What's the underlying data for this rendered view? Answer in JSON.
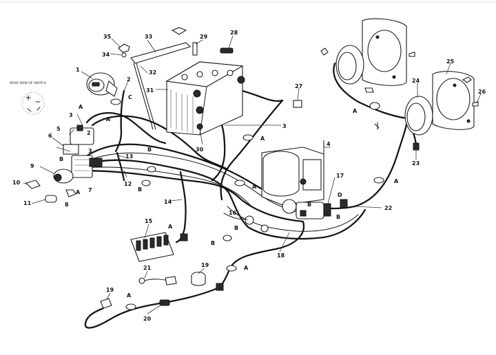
{
  "labels": {
    "rear_view": "REAR VIEW OF SWITCH",
    "callouts": [
      "1",
      "2",
      "3",
      "5",
      "6",
      "7",
      "8",
      "9",
      "10",
      "11",
      "12",
      "13",
      "14",
      "15",
      "16",
      "17",
      "18",
      "19",
      "19",
      "20",
      "21",
      "22",
      "23",
      "24",
      "25",
      "26",
      "27",
      "28",
      "29",
      "30",
      "31",
      "32",
      "33",
      "34",
      "35",
      "3",
      "2",
      "3",
      "4",
      "C",
      "D"
    ],
    "connectors": [
      "A",
      "A",
      "A",
      "A",
      "A",
      "A",
      "A",
      "A",
      "A",
      "A",
      "B",
      "B",
      "B",
      "B",
      "B",
      "B",
      "B"
    ]
  }
}
